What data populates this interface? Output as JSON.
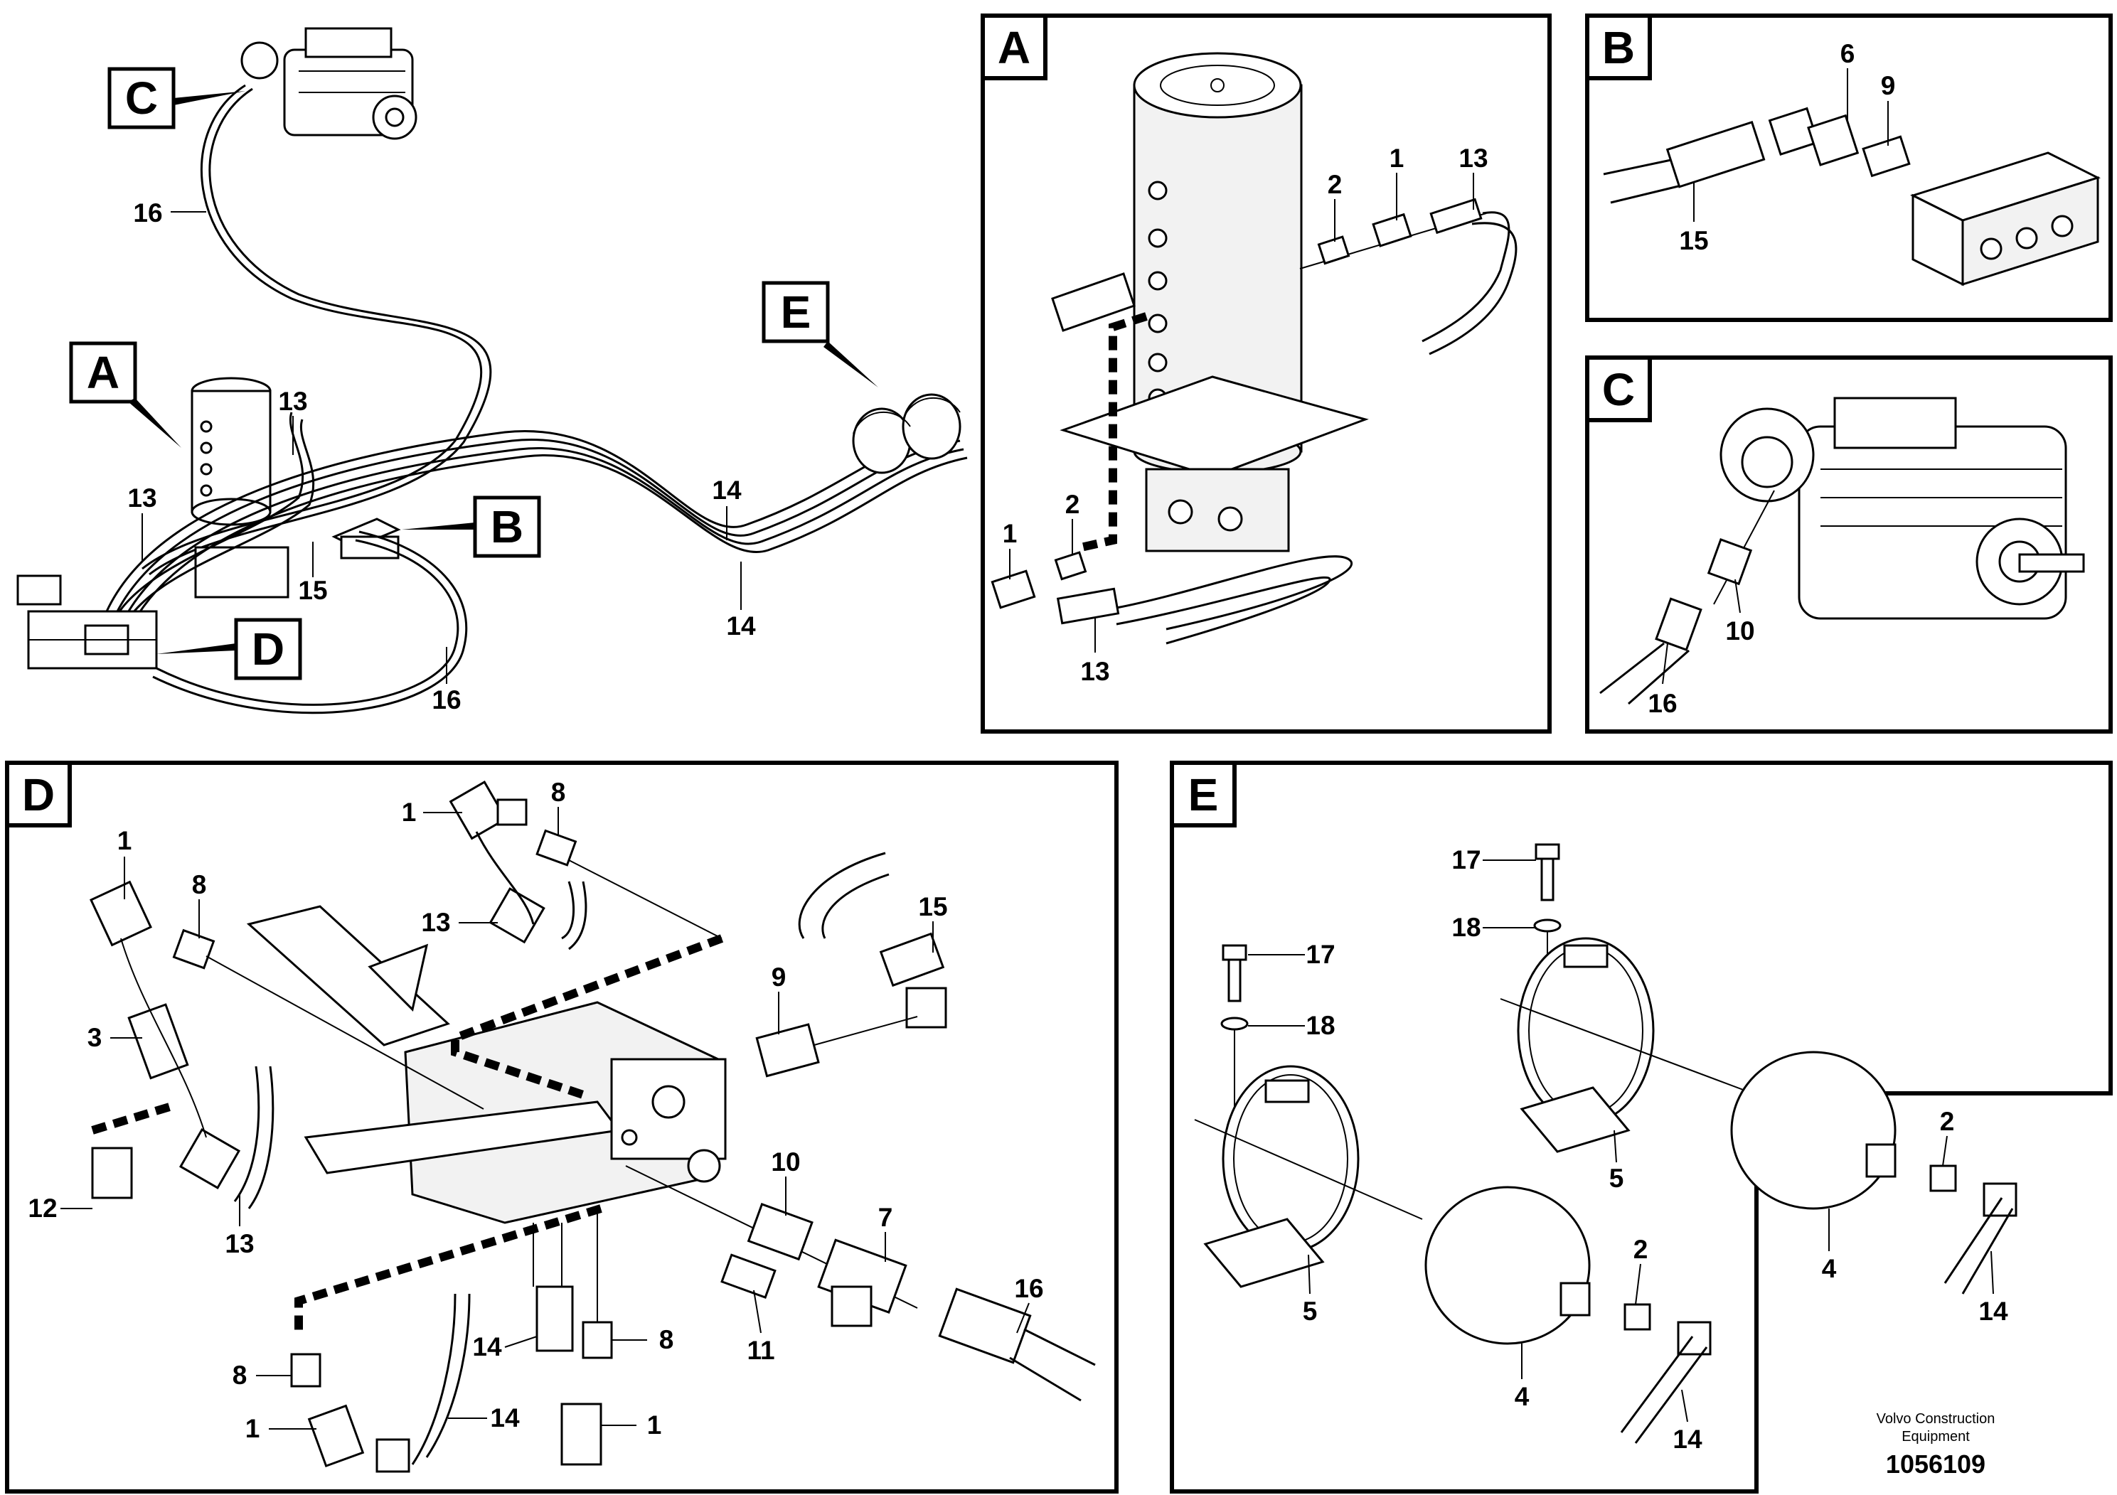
{
  "overview": {
    "view_letters": {
      "A": "A",
      "B": "B",
      "C": "C",
      "D": "D",
      "E": "E"
    },
    "callouts": [
      "16",
      "13",
      "13",
      "15",
      "14",
      "14",
      "16"
    ]
  },
  "panel_a": {
    "letter": "A",
    "callouts": [
      "2",
      "1",
      "13",
      "1",
      "2",
      "13"
    ]
  },
  "panel_b": {
    "letter": "B",
    "callouts": [
      "6",
      "9",
      "15"
    ]
  },
  "panel_c": {
    "letter": "C",
    "callouts": [
      "10",
      "16"
    ]
  },
  "panel_d": {
    "letter": "D",
    "callouts": [
      "1",
      "8",
      "13",
      "1",
      "8",
      "15",
      "9",
      "3",
      "12",
      "13",
      "10",
      "7",
      "11",
      "16",
      "8",
      "14",
      "8",
      "1",
      "14",
      "1"
    ]
  },
  "panel_e": {
    "letter": "E",
    "callouts": [
      "17",
      "18",
      "17",
      "18",
      "5",
      "5",
      "2",
      "4",
      "14",
      "2",
      "4",
      "14"
    ]
  },
  "footer": {
    "company_line1": "Volvo Construction",
    "company_line2": "Equipment",
    "drawing_number": "1056109"
  }
}
